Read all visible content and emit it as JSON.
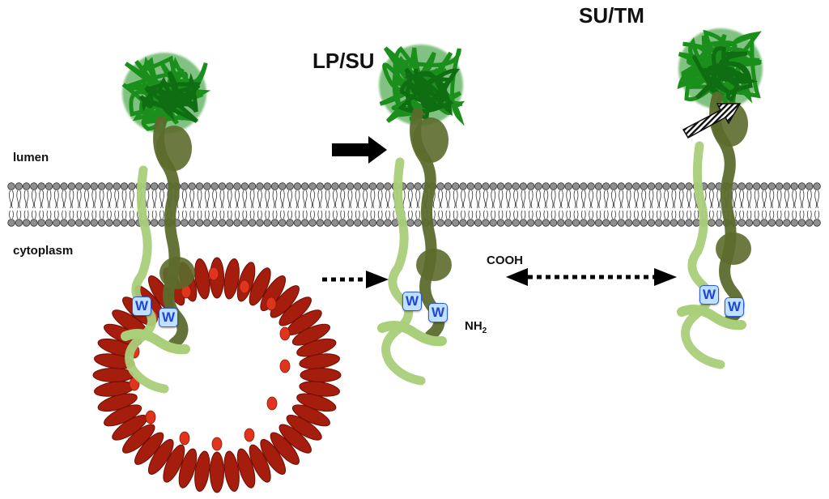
{
  "labels": {
    "lumen": "lumen",
    "cytoplasm": "cytoplasm",
    "lp_su": "LP/SU",
    "su_tm": "SU/TM",
    "cooh": "COOH",
    "nh2": "NH",
    "nh2_sub": "2",
    "w": "W"
  },
  "colors": {
    "globule": "#1b8f1b",
    "globule_dark": "#0f6d12",
    "tm_dark": "#5c6b2c",
    "tm_light": "#a9cf7a",
    "ring": "#a51d0c",
    "ring_inner": "#e0341d",
    "membrane_head": "#8f8f8f",
    "w_badge": "#bfe0ff",
    "w_text": "#1f44d6"
  },
  "icons": [
    "solid-arrow-icon",
    "dotted-arrow-icon",
    "double-dotted-arrow-icon",
    "striped-arrow-icon"
  ]
}
